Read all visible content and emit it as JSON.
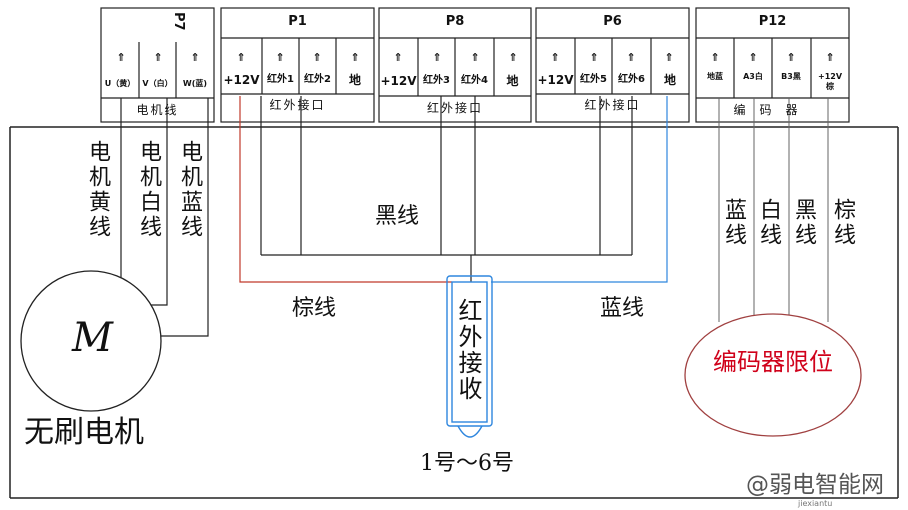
{
  "connectors": {
    "p7": {
      "title": "P7",
      "pins": [
        "U（黄）",
        "V（白）",
        "W(蓝)"
      ],
      "label": "电机线"
    },
    "p1": {
      "title": "P1",
      "pins": [
        "+12V",
        "红外1",
        "红外2",
        "地"
      ],
      "label": "红外接口"
    },
    "p8": {
      "title": "P8",
      "pins": [
        "+12V",
        "红外3",
        "红外4",
        "地"
      ],
      "label": "红外接口"
    },
    "p6": {
      "title": "P6",
      "pins": [
        "+12V",
        "红外5",
        "红外6",
        "地"
      ],
      "label": "红外接口"
    },
    "p12": {
      "title": "P12",
      "pins": [
        "地蓝",
        "A3白",
        "B3黑",
        "+12V棕"
      ],
      "label": "编码器"
    }
  },
  "pin_arrow_glyph": "⇑",
  "motor": {
    "wire_labels": [
      "电机黄线",
      "电机白线",
      "电机蓝线"
    ],
    "symbol": "M",
    "caption": "无刷电机"
  },
  "infrared": {
    "black_wire": "黑线",
    "brown_wire": "棕线",
    "blue_wire": "蓝线",
    "receiver": "红外接收",
    "receiver_numbers": "1号～6号"
  },
  "encoder": {
    "wire_labels": [
      "蓝线",
      "白线",
      "黑线",
      "棕线"
    ],
    "limit": "编码器限位"
  },
  "watermark": {
    "text": "@弱电智能网",
    "sub": "jiexiantu"
  },
  "colors": {
    "brown": "#c0392b",
    "blue": "#2e86de",
    "limit_text": "#d0021b",
    "receiver_outline": "#2e86de"
  }
}
